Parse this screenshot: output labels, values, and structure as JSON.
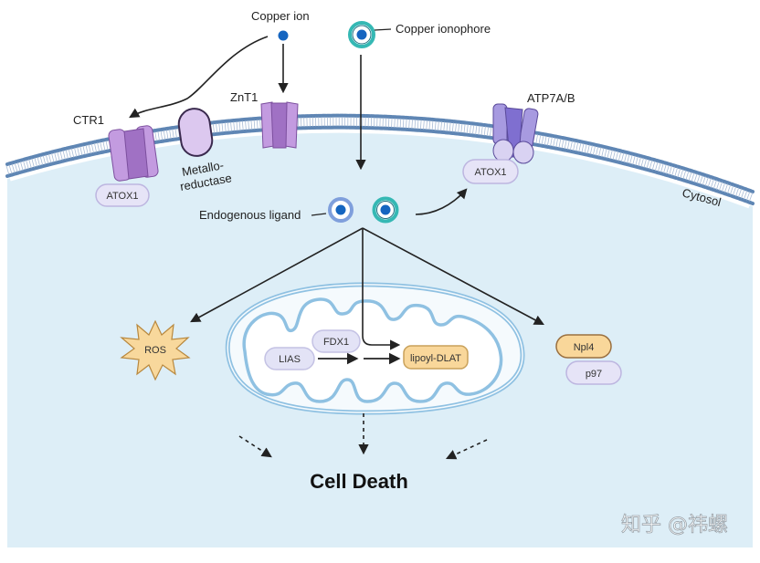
{
  "labels": {
    "copper_ion": "Copper ion",
    "copper_ionophore": "Copper ionophore",
    "ctr1": "CTR1",
    "znt1": "ZnT1",
    "metalloreductase_line1": "Metallo-",
    "metalloreductase_line2": "reductase",
    "atp7ab": "ATP7A/B",
    "atox1_left": "ATOX1",
    "atox1_right": "ATOX1",
    "cytosol": "Cytosol",
    "endogenous_ligand": "Endogenous ligand",
    "ros": "ROS",
    "lias": "LIAS",
    "fdx1": "FDX1",
    "lipoyl_dlat": "lipoyl-DLAT",
    "npl4": "Npl4",
    "p97": "p97",
    "cell_death": "Cell Death"
  },
  "watermark": "知乎 @祎螺",
  "colors": {
    "cytosol_fill": "#ddeef7",
    "membrane_head": "#5f86b4",
    "transporter_purple": "#b98fd6",
    "transporter_dark": "#9a68c0",
    "atp7_purple": "#9d90d8",
    "pill_lavender": "#e3e3f6",
    "pill_orange": "#f9d79a",
    "ros_fill": "#f8d89c",
    "copper_blue": "#1565c0",
    "ionophore_teal": "#35b8b4",
    "ligand_blue": "#7f9fdc",
    "mito_line": "#8fc1e2"
  }
}
